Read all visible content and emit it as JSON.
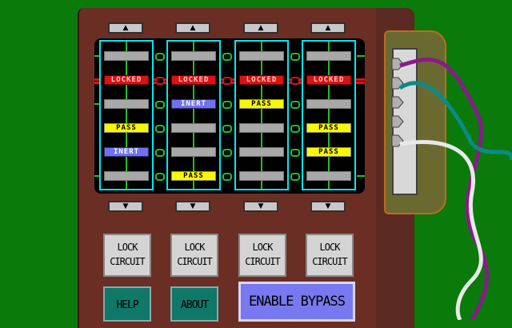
{
  "columns": [
    {
      "cells": [
        {
          "state": "empty",
          "label": ""
        },
        {
          "state": "locked",
          "label": "LOCKED"
        },
        {
          "state": "empty",
          "label": ""
        },
        {
          "state": "pass",
          "label": "PASS"
        },
        {
          "state": "inert",
          "label": "INERT"
        },
        {
          "state": "empty",
          "label": ""
        }
      ]
    },
    {
      "cells": [
        {
          "state": "empty",
          "label": ""
        },
        {
          "state": "locked",
          "label": "LOCKED"
        },
        {
          "state": "inert",
          "label": "INERT"
        },
        {
          "state": "empty",
          "label": ""
        },
        {
          "state": "empty",
          "label": ""
        },
        {
          "state": "pass",
          "label": "PASS"
        }
      ]
    },
    {
      "cells": [
        {
          "state": "empty",
          "label": ""
        },
        {
          "state": "locked",
          "label": "LOCKED"
        },
        {
          "state": "pass",
          "label": "PASS"
        },
        {
          "state": "empty",
          "label": ""
        },
        {
          "state": "empty",
          "label": ""
        },
        {
          "state": "empty",
          "label": ""
        }
      ]
    },
    {
      "cells": [
        {
          "state": "empty",
          "label": ""
        },
        {
          "state": "locked",
          "label": "LOCKED"
        },
        {
          "state": "empty",
          "label": ""
        },
        {
          "state": "pass",
          "label": "PASS"
        },
        {
          "state": "pass",
          "label": "PASS"
        },
        {
          "state": "empty",
          "label": ""
        }
      ]
    }
  ],
  "buttons": {
    "lock_line1": "LOCK",
    "lock_line2": "CIRCUIT",
    "help": "HELP",
    "about": "ABOUT",
    "bypass": "ENABLE BYPASS",
    "up_glyph": "▲",
    "down_glyph": "▼"
  },
  "colors": {
    "background": "#0a7a0a",
    "device": "#6b2e24",
    "column_border": "#00e8f0",
    "wire": "#20c020",
    "locked": "#e01010",
    "pass": "#f8f800",
    "inert": "#7070f0"
  },
  "cables": [
    "#8a1a8a",
    "#0a8a8a",
    "#e8e8e8"
  ]
}
